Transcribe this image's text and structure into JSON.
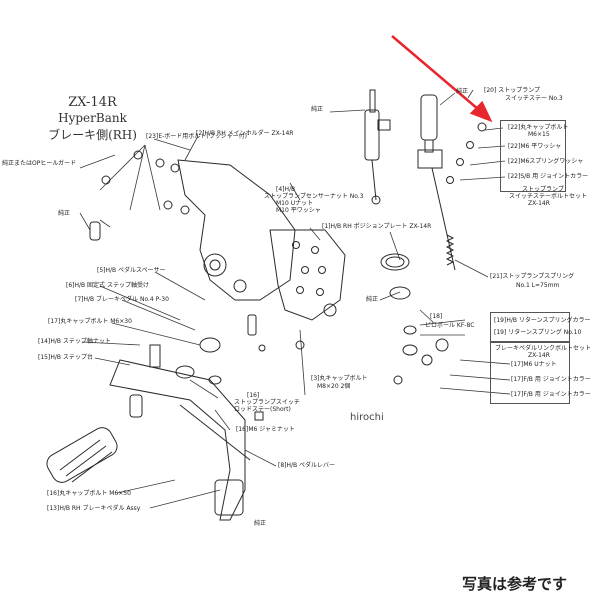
{
  "title": {
    "model": "ZX-14R",
    "product": "HyperBank",
    "side": "ブレーキ側(RH)"
  },
  "labels": {
    "pure_heel_guard": "純正またはOPヒールガード",
    "pure_1": "純正",
    "pure_2": "純正",
    "pure_3": "純正",
    "pure_4": "純正",
    "pure_5": "純正",
    "l23": "[23]E-ボード用ボルト(ワッシャー付)",
    "l2": "[2]H/B RH メインホルダー ZX-14R",
    "l4": "[4]H/B",
    "l4a": "ストップランプセンサーナット No.3",
    "l4b": "M10 Uナット",
    "l4c": "M10 平ワッシャ",
    "l1": "[1]H/B RH ポジションプレート ZX-14R",
    "l5": "[5]H/B ペダルスペーサー",
    "l6": "[6]H/B 固定式 ステップ軸受け",
    "l7": "[7]H/B ブレーキペダル No.4 P-30",
    "l17a": "[17]丸キャップボルト M6×30",
    "l14": "[14]H/B ステップ軸ナット",
    "l15": "[15]H/B ステップ台",
    "l3a": "[3]丸キャップボルト",
    "l3b": "M8×20 2個",
    "l16a": "[16]",
    "l16b": "ストップランプスイッチ",
    "l16c": "ロッドステー(Short)",
    "l16m6": "[16]M6 ジャミナット",
    "l8": "[8]H/B ペダルレバー",
    "l16bolt": "[16]丸キャップボルト M6×50",
    "l13": "[13]H/B RH ブレーキペダル Assy",
    "l20a": "[20]  ストップランプ",
    "l20b": "スイッチステー No.3",
    "l22a": "[22]丸キャップボルト",
    "l22a2": "M6×15",
    "l22b": "[22]M6 平ワッシャ",
    "l22c": "[22]M6スプリングワッシャ",
    "l22d": "[22]S/B 用 ジョイントカラー",
    "l22e": "ストップランプ",
    "l22f": "スイッチステーボルトセット",
    "l22g": "ZX-14R",
    "l21a": "[21]ストップランプスプリング",
    "l21b": "No.1 L=75mm",
    "l18a": "[18]",
    "l18b": "ピロボール KF-8C",
    "l19a": "[19]H/B リターンスプリングカラー",
    "l19b": "[19] リターンスプリング No.10",
    "lset1": "ブレーキペダルリンクボルトセット",
    "lset2": "ZX-14R",
    "l17b": "[17]M6 Uナット",
    "l17c": "[17]F/B 用 ジョイントカラー",
    "l17d": "[17]F/B 用 ジョイントカラー"
  },
  "watermark": "hirochi",
  "caption": "写真は参考です",
  "colors": {
    "arrow": "#e8262d",
    "line": "#3a3a3a"
  }
}
